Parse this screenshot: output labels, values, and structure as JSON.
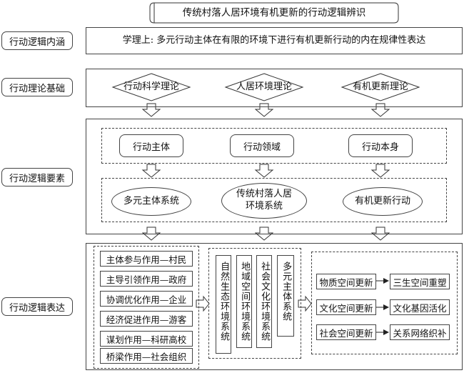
{
  "title": "传统村落人居环境有机更新的行动逻辑辨识",
  "rows": {
    "connotation": {
      "label": "行动逻辑内涵",
      "text": "学理上: 多元行动主体在有限的环境下进行有机更新行动的内在规律性表达"
    },
    "theory": {
      "label": "行动理论基础",
      "items": [
        "行动科学理论",
        "人居环境理论",
        "有机更新理论"
      ]
    },
    "elements": {
      "label": "行动逻辑要素",
      "top": [
        "行动主体",
        "行动领域",
        "行动本身"
      ],
      "bottom": [
        "多元主体系统",
        "传统村落人居环境系统",
        "有机更新行动"
      ]
    },
    "expression": {
      "label": "行动逻辑表达",
      "actors": [
        "主体参与作用—村民",
        "主导引领作用—政府",
        "协调优化作用—企业",
        "经济促进作用—游客",
        "谋划作用—科研高校",
        "桥梁作用—社会组织"
      ],
      "systems": [
        "自然生态环境系统",
        "地域空间环境系统",
        "社会文化环境系统",
        "多元主体系统"
      ],
      "updates": [
        {
          "from": "物质空间更新",
          "to": "三生空间重塑"
        },
        {
          "from": "文化空间更新",
          "to": "文化基因活化"
        },
        {
          "from": "社会空间更新",
          "to": "关系网络织补"
        }
      ]
    }
  }
}
